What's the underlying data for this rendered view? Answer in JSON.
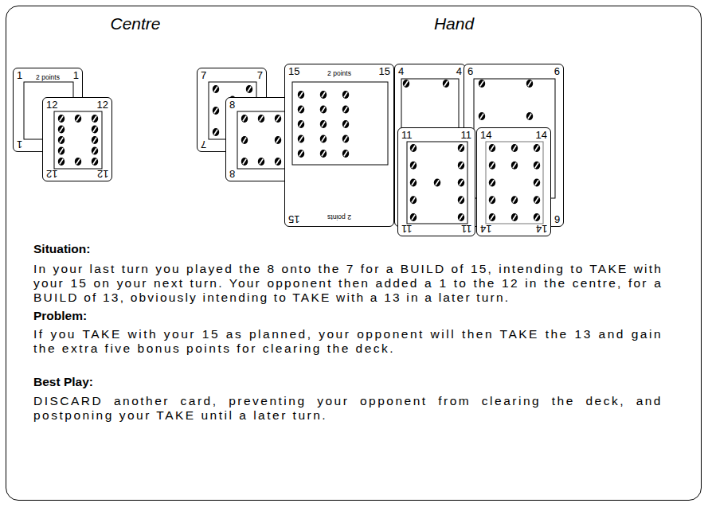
{
  "diagram": {
    "nodes": [
      {
        "text": [
          "Centre",
          "Hand",
          "Situation:",
          "In your last turn you played the 8 onto the 7 for a BUILD of 15, intending to TAKE with your 15 on your next turn. Your opponent then added a 1 to the 12 in the centre, for a BUILD of 13, obviously intending to TAKE with a 13 in a later turn.",
          "Problem:",
          "If you TAKE with your 15 as planned, your opponent will then TAKE the 13 and gain the extra five bonus points for clearing the deck.",
          "Best Play:",
          "DISCARD another card, preventing your opponent from clearing the deck, and postponing your TAKE until a later turn."
        ]
      },
      {
        "text": [
          "1",
          "2 points",
          "1",
          "1"
        ],
        "in": 0
      },
      {
        "text": [
          "12",
          "12",
          "12",
          "12"
        ],
        "in": 0
      },
      {
        "text": [
          "7",
          "7",
          "7"
        ],
        "in": 0
      },
      {
        "text": [
          "8",
          "8",
          "8",
          "8"
        ],
        "in": 0
      },
      {
        "text": [
          "15",
          "2 points",
          "15",
          "15",
          "2 points"
        ],
        "in": 0
      },
      {
        "text": [
          "4",
          "4"
        ],
        "in": 0
      },
      {
        "text": [
          "6",
          "6",
          "6"
        ],
        "in": 0
      },
      {
        "text": [
          "11",
          "11",
          "11",
          "11"
        ],
        "in": 0
      },
      {
        "text": [
          "14",
          "14",
          "14",
          "14"
        ],
        "in": 0
      }
    ]
  }
}
